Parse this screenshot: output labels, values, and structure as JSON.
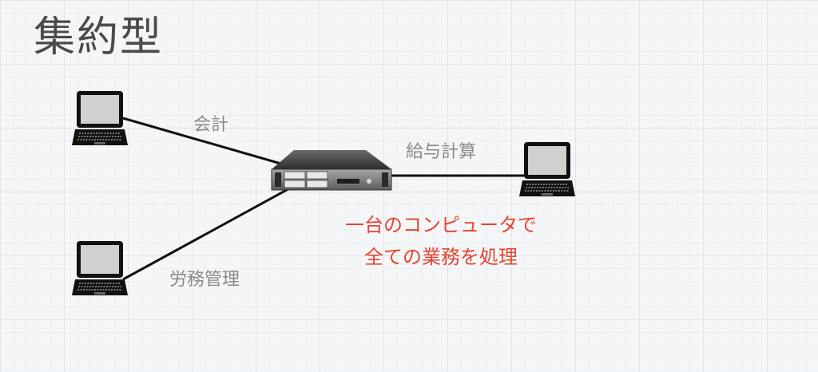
{
  "title": "集約型",
  "server": {
    "icon": "server-icon"
  },
  "clients": [
    {
      "icon": "laptop-icon",
      "label": "会計"
    },
    {
      "icon": "laptop-icon",
      "label": "労務管理"
    },
    {
      "icon": "laptop-icon",
      "label": "給与計算"
    }
  ],
  "note": {
    "line1": "一台のコンピュータで",
    "line2": "全ての業務を処理"
  },
  "colors": {
    "title": "#4a4a4a",
    "label": "#8a8a8a",
    "note": "#e4452f",
    "line": "#111111"
  }
}
